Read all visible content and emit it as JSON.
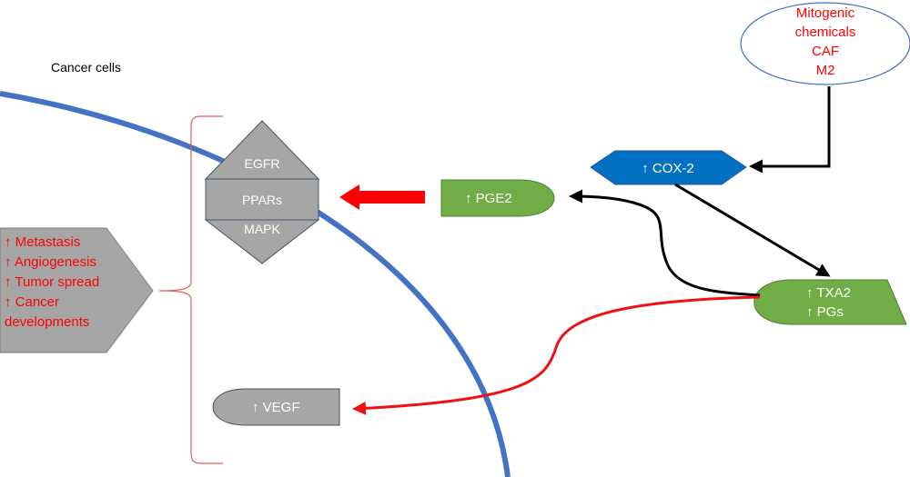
{
  "diagram": {
    "cell_label": "Cancer cells",
    "mitogenic": {
      "lines": [
        "Mitogenic",
        "chemicals",
        "CAF",
        "M2"
      ]
    },
    "cox2": {
      "label": "↑ COX-2"
    },
    "pge2": {
      "label": "↑ PGE2"
    },
    "txa2": {
      "lines": [
        "↑ TXA2",
        "↑ PGs"
      ]
    },
    "receptor_stack": {
      "egfr": "EGFR",
      "ppars": "PPARs",
      "mapk": "MAPK"
    },
    "vegf": {
      "label": "↑ VEGF"
    },
    "outcomes": {
      "lines": [
        "↑ Metastasis",
        "↑ Angiogenesis",
        "↑ Tumor spread",
        "↑ Cancer",
        "developments"
      ]
    }
  },
  "colors": {
    "cell_membrane": "#4472c4",
    "red_text": "#ff0000",
    "bracket": "#e06060",
    "cox2_fill": "#0070c0",
    "green_fill": "#70ad47",
    "gray_fill": "#a6a6a6",
    "gray_stroke": "#7f7f7f",
    "black_arrow": "#000000",
    "red_arrow": "#ee1111"
  }
}
